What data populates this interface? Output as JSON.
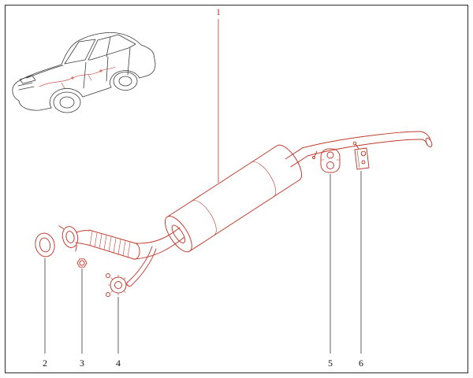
{
  "figure": {
    "description": "Exploded parts diagram of a vehicle exhaust system with a sedan location thumbnail",
    "colors": {
      "part_outline": "#c0392b",
      "callout_text": "#111111",
      "callout_leader": "#1a1a1a",
      "car_outline": "#3c3c3c",
      "frame_border": "#2a2a2a",
      "background": "#ffffff"
    }
  },
  "callouts": [
    {
      "label": "1"
    },
    {
      "label": "2"
    },
    {
      "label": "3"
    },
    {
      "label": "4"
    },
    {
      "label": "5"
    },
    {
      "label": "6"
    }
  ]
}
